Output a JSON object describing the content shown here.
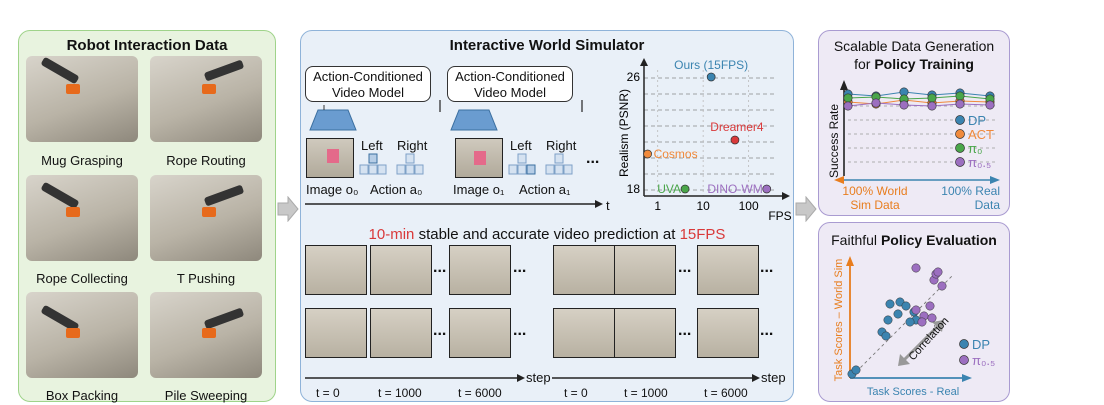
{
  "left_panel": {
    "title": "Robot Interaction Data",
    "tasks": [
      "Mug Grasping",
      "Rope Routing",
      "Rope Collecting",
      "T Pushing",
      "Box Packing",
      "Pile Sweeping"
    ]
  },
  "middle_panel": {
    "title": "Interactive World Simulator",
    "model_box": "Action-Conditioned Video Model",
    "left_label": "Left",
    "right_label": "Right",
    "image_label_0": "Image o₀",
    "action_label_0": "Action a₀",
    "image_label_1": "Image o₁",
    "action_label_1": "Action a₁",
    "time_axis": "t",
    "ellipsis": "...",
    "chart": {
      "ylabel": "Realism (PSNR)",
      "xlabel": "FPS",
      "y_ticks": [
        "26",
        "18"
      ],
      "x_ticks": [
        "1",
        "10",
        "100"
      ]
    },
    "headline_highlight_1": "10-min",
    "headline_mid": " stable and accurate video prediction at ",
    "headline_highlight_2": "15FPS",
    "step_label": "step",
    "times_left": [
      "t = 0",
      "t = 1000",
      "t = 6000"
    ],
    "times_right": [
      "t = 0",
      "t = 1000",
      "t = 6000"
    ]
  },
  "top_right_panel": {
    "title_line1": "Scalable Data Generation",
    "title_line2_prefix": "for ",
    "title_line2_bold": "Policy Training",
    "ylabel": "Success Rate",
    "left_text": "100% World Sim Data",
    "right_text": "100% Real Data",
    "legend": [
      "DP",
      "ACT",
      "π₀",
      "π₀.₅"
    ]
  },
  "bottom_right_panel": {
    "title_prefix": "Faithful ",
    "title_bold": "Policy Evaluation",
    "ylabel": "Task Scores – World Sim",
    "xlabel": "Task Scores - Real",
    "correlation": "Correlation",
    "legend": [
      "DP",
      "π₀.₅"
    ]
  },
  "colors": {
    "green_bg": "#e8f3df",
    "green_border": "#9fd38a",
    "blue_bg": "#e9f0f8",
    "blue_border": "#8fb3d9",
    "purple_bg": "#eeeaf5",
    "purple_border": "#a99bd1",
    "dp": "#3b84b0",
    "act": "#f08a3c",
    "pi0": "#4aa64a",
    "pi05": "#9c6fc0",
    "red": "#d9393a",
    "orange": "#e87d1e"
  },
  "chart_data": {
    "type": "scatter",
    "title": "",
    "xlabel": "FPS",
    "ylabel": "Realism (PSNR)",
    "x_scale": "log",
    "xlim": [
      0.5,
      400
    ],
    "ylim": [
      17.5,
      26.5
    ],
    "points": [
      {
        "name": "Ours (15FPS)",
        "x": 15,
        "y": 26,
        "color": "#3b84b0"
      },
      {
        "name": "Dreamer4",
        "x": 50,
        "y": 21.5,
        "color": "#d9393a"
      },
      {
        "name": "Cosmos",
        "x": 0.6,
        "y": 20.5,
        "color": "#f08a3c"
      },
      {
        "name": "UVA",
        "x": 4,
        "y": 18,
        "color": "#4aa64a"
      },
      {
        "name": "DINO-WM",
        "x": 250,
        "y": 18,
        "color": "#9c6fc0"
      }
    ]
  }
}
